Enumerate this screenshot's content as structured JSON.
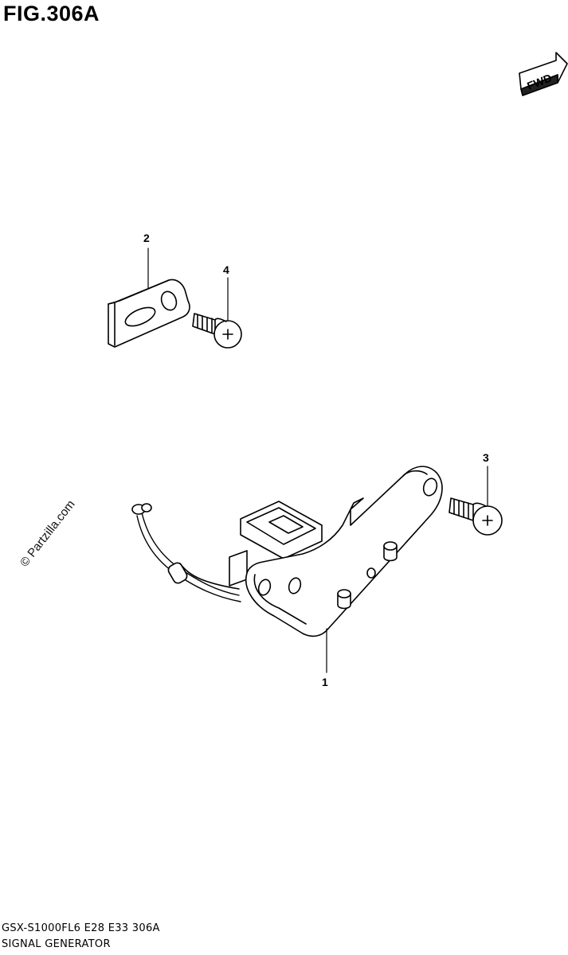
{
  "figure": {
    "title": "FIG.306A"
  },
  "fwd_label": "FWD",
  "callouts": {
    "part_1": "1",
    "part_2": "2",
    "part_3": "3",
    "part_4": "4"
  },
  "watermark": "© Partzilla.com",
  "footer": {
    "model_line": "GSX-S1000FL6  E28  E33  306A",
    "caption": "SIGNAL GENERATOR"
  }
}
